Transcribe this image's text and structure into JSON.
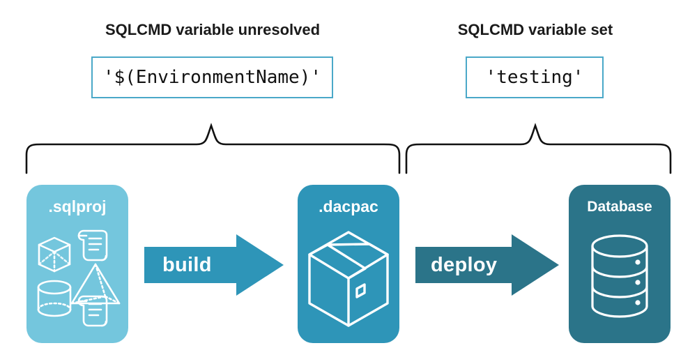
{
  "headings": {
    "left": "SQLCMD variable unresolved",
    "right": "SQLCMD variable set"
  },
  "code_boxes": {
    "left_value": "'$(EnvironmentName)'",
    "right_value": "'testing'"
  },
  "stages": [
    {
      "id": "sqlproj",
      "title": ".sqlproj",
      "color": "#74c6dd",
      "icons": [
        "cube-wireframe-icon",
        "scroll-icon",
        "pyramid-wireframe-icon",
        "cylinder-wireframe-icon",
        "scroll-icon"
      ]
    },
    {
      "id": "dacpac",
      "title": ".dacpac",
      "color": "#2e95b8",
      "icons": [
        "package-box-icon"
      ]
    },
    {
      "id": "database",
      "title": "Database",
      "color": "#2b7489",
      "icons": [
        "database-cylinder-icon"
      ]
    }
  ],
  "arrows": [
    {
      "id": "build",
      "label": "build",
      "color": "#2e95b8"
    },
    {
      "id": "deploy",
      "label": "deploy",
      "color": "#2b7489"
    }
  ],
  "braces": {
    "left_name": "brace-left",
    "right_name": "brace-right",
    "color": "#111111"
  },
  "colors": {
    "background": "#ffffff",
    "code_border": "#4aa8c8",
    "heading_text": "#1a1a1a",
    "box_text": "#ffffff"
  }
}
